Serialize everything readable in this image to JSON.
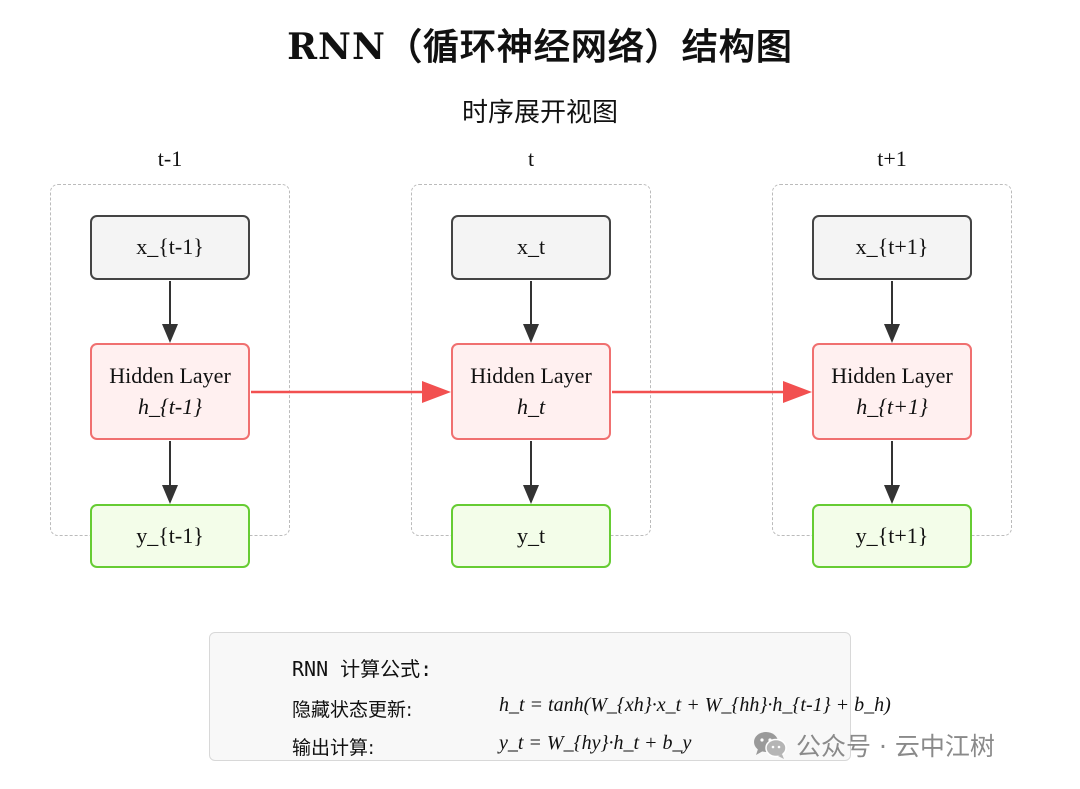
{
  "title": "RNN（循环神经网络）结构图",
  "subtitle": "时序展开视图",
  "steps": [
    {
      "label": "t-1",
      "input": "x_{t-1}",
      "hidden_title": "Hidden Layer",
      "hidden_state": "h_{t-1}",
      "output": "y_{t-1}"
    },
    {
      "label": "t",
      "input": "x_t",
      "hidden_title": "Hidden Layer",
      "hidden_state": "h_t",
      "output": "y_t"
    },
    {
      "label": "t+1",
      "input": "x_{t+1}",
      "hidden_title": "Hidden Layer",
      "hidden_state": "h_{t+1}",
      "output": "y_{t+1}"
    }
  ],
  "formulas": {
    "heading": "RNN 计算公式:",
    "rows": [
      {
        "label": "隐藏状态更新:",
        "equation": "h_t = tanh(W_{xh}·x_t + W_{hh}·h_{t-1} + b_h)"
      },
      {
        "label": "输出计算:",
        "equation": "y_t = W_{hy}·h_t + b_y"
      }
    ]
  },
  "watermark": {
    "icon": "wechat-icon",
    "text": "公众号 · 云中江树"
  },
  "colors": {
    "recurrent_arrow": "#f25050",
    "vertical_arrow": "#333333",
    "input_border": "#444444",
    "hidden_border": "#f07070",
    "output_border": "#66cc33"
  }
}
